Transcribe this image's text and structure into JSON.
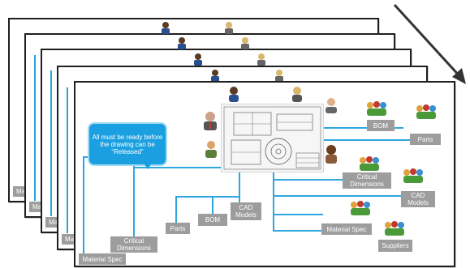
{
  "callout": {
    "text": "All must be ready before the drawing can be “Released”"
  },
  "inputs": {
    "material_spec": "Material Spec",
    "critical_dimensions": "Critical Dimensions",
    "parts": "Parts",
    "bom": "BOM",
    "cad_models": "CAD Models"
  },
  "outputs": {
    "bom": "BOM",
    "parts": "Parts",
    "critical_dimensions": "Critical Dimensions",
    "cad_models": "CAD Models",
    "material_spec": "Material Spec",
    "suppliers": "Suppliers"
  },
  "ghost_labels": {
    "l0": "Materi",
    "l1": "Ma",
    "l2": "Ma",
    "l3": "Mat"
  },
  "colors": {
    "accent_blue": "#1aa0e0",
    "box_gray": "#9d9d9d",
    "line_blue": "#2ea6de",
    "arrow": "#333333"
  },
  "icons": [
    "person-female-icon",
    "person-male-icon",
    "person-group-icon",
    "engineering-drawing-icon",
    "diagonal-arrow-icon"
  ]
}
